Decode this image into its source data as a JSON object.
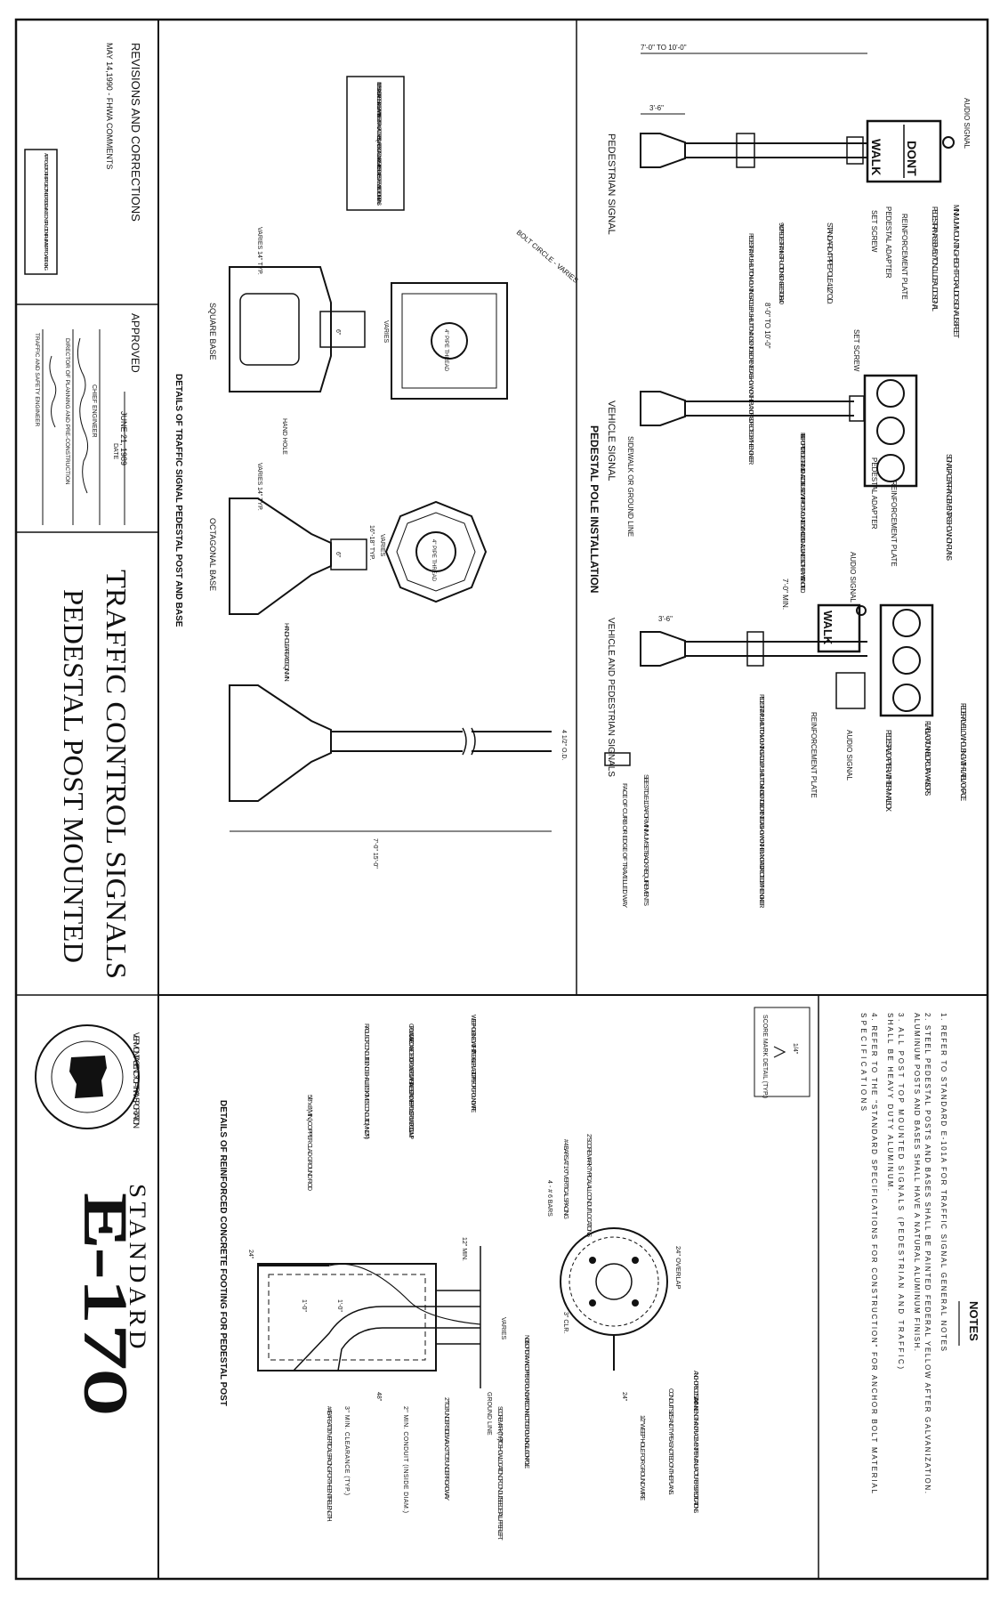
{
  "sheet": {
    "standard_label": "STANDARD",
    "standard_number": "E-170",
    "title_line1": "TRAFFIC CONTROL SIGNALS",
    "title_line2": "PEDESTAL POST MOUNTED",
    "agency_seal_text": "VERMONT AGENCY OF TRANSPORTATION"
  },
  "revisions": {
    "heading": "REVISIONS AND CORRECTIONS",
    "entries": [
      "MAY 14,1990 - FHWA COMMENTS"
    ],
    "stamp": "APPROVED FOR THIS PROJECT AND/OR DESIGN AND CONSTRUCTION FIRM FINAL APPROVAL PENDING"
  },
  "approval": {
    "label": "APPROVED",
    "date_value": "JUNE 21, 1989",
    "date_label": "DATE",
    "chief_label": "CHIEF ENGINEER",
    "director_label": "DIRECTOR OF PLANNING AND PRE-CONSTRUCTION",
    "traffic_label": "TRAFFIC AND SAFETY ENGINEER"
  },
  "notes": {
    "heading": "NOTES",
    "items": [
      "1.  REFER TO STANDARD E-101A FOR TRAFFIC SIGNAL GENERAL NOTES",
      "2.  STEEL PEDESTAL POSTS AND BASES SHALL BE PAINTED FEDERAL YELLOW AFTER GALVANIZATION.",
      "     ALUMINUM POSTS AND BASES SHALL HAVE A NATURAL ALUMINUM FINISH.",
      "3.  ALL POST TOP MOUNTED SIGNALS (PEDESTRIAN AND TRAFFIC)",
      "     SHALL BE HEAVY DUTY ALUMINUM.",
      "4.  REFER TO THE \"STANDARD SPECIFICATIONS FOR CONSTRUCTION\" FOR ANCHOR BOLT MATERIAL",
      "     SPECIFICATIONS"
    ]
  },
  "pedestal_install": {
    "title": "PEDESTAL POLE INSTALLATION",
    "label_ped_signal": "PEDESTRIAN SIGNAL",
    "label_vehicle_signal": "VEHICLE SIGNAL",
    "label_vehicle_ped": "VEHICLE AND PEDESTRIAN SIGNALS",
    "dont_text": "DONT",
    "walk_text": "WALK",
    "walk_text_2": "WALK",
    "dim_height": "7'-0\" TO 10'-0\"",
    "dim_height_2": "8'-0\" TO 10'-0\"",
    "dim_36": "3'-6\"",
    "dim_36b": "3'-6\"",
    "dim_7min": "7'-0\" MIN.",
    "ann_audio": "AUDIO SIGNAL",
    "ann_audio_2": "AUDIO SIGNAL",
    "ann_audio_3": "AUDIO SIGNAL",
    "ann_min_mount": "MINIMUM MOUNTING HEIGHT FOR AUDIO SIGNAL IS 8 FEET",
    "ann_ped_assembly": "PEDESTRIAN ASSEMBLY TO INCLUDE AUDIO SIGNAL",
    "ann_reinf_plate": "REINFORCEMENT PLATE",
    "ann_reinf_plate_2": "REINFORCEMENT PLATE",
    "ann_reinf_plate_3": "REINFORCEMENT PLATE",
    "ann_ped_adapter": "PEDESTAL ADAPTER",
    "ann_ped_adapter_2": "PEDESTAL ADAPTER",
    "ann_set_screw": "SET SCREW",
    "ann_set_screw_2": "SET SCREW",
    "ann_std_pipe": "STANDARD 4\" PIPE POLE 4 1/2\" O.D.",
    "ann_instr_sign": "9\"x12\" PEDESTRIAN INSTRUCTION SIGN SEE STD. E-140",
    "ann_push_button": "PEDESTRIAN PUSH BUTTON MOUNTING SADDLE PUSH BUTTON AND SIGN TO BE ORIENTED AS SHOWN ON THE PLAN OR AS DIRECTED BY THE ENGINEER.",
    "ann_push_button_2": "PEDESTRIAN PUSH BUTTON MOUNTING SADDLE PUSH BUTTON AND SIGN TO BE ORIENTED AS SHOWN ON THE PLAN OR AS DIRECTED BY THE ENGINEER.",
    "ann_face_arrangement": "SIGNAL FACE ARRANGEMENT AS SHOWN ON PLANS",
    "ann_fiberoptic": "FIBEROPTIC PEDESTRIAN SIGNAL TO BE USED WITH POST MOUNTED VEHICLE SIGNALS UNLESS OTHERWISE NOTED.",
    "ann_sidewalk": "SIDEWALK OR GROUND LINE",
    "ann_yellow_housing": "FEDERAL YELLOW HOUSING WITH FLAT BLACK FACE.",
    "ann_visors": "FLAT BLACK TUNNEL OR CUT-AWAY VISORS.",
    "ann_terminal_box": "PEDESTAL ADAPTER WITH TERMINAL BOX.",
    "ann_std_e117a": "SEE STD. E-117A FOR MINIMUM SETBACK REQUIREMENTS",
    "ann_curb": "FACE OF CURB OR EDGE OF TRAVELLED WAY"
  },
  "base_details": {
    "title": "DETAILS OF TRAFFIC SIGNAL PEDESTAL POST AND BASE",
    "label_square": "SQUARE BASE",
    "label_octagonal": "OCTAGONAL BASE",
    "note_box": "DIMENSIONS FOR PEDESTAL BASES VARY WITH DIFFERENT MANUFACTURERS. SQUARE OR OCTAGONAL BASE MAY BE USED UNLESS OTHERWISE NOTED ON THE PLANS.",
    "ann_bolt_circle": "BOLT CIRCLE - VARIES",
    "ann_pipe_thread": "4\" PIPE THREAD",
    "ann_pipe_thread_2": "4\" PIPE THREAD",
    "ann_varies": "VARIES",
    "ann_varies_2": "VARIES",
    "ann_varies_14": "VARIES 14\" TYP.",
    "ann_varies_14b": "VARIES 14\" TYP.",
    "ann_16_18": "16\"-18\" TYP.",
    "ann_6": "6\"",
    "ann_6b": "6\"",
    "ann_hand_hole": "HAND HOLE",
    "ann_hand_hole_area": "HAND HOLE AREA 60 SQ. IN. MIN.",
    "ann_od": "4 1/2\" O.D.",
    "ann_post_len": "7'-0\" 15'-0\""
  },
  "footing": {
    "title": "DETAILS OF REINFORCED CONCRETE FOOTING FOR PEDESTAL POST",
    "ann_score_mark": "SCORE MARK DETAIL (TYP.)",
    "ann_score_mark_dim": "1/4\"",
    "ann_2_score": "2\" SCORE MARK TYPICAL ALL CONDUIT LOCATIONS",
    "ann_4_6_bars": "4 - # 6 BARS",
    "ann_4_bars": "# 4 BARS AT 1'-0\" VERTICAL SPACING",
    "ann_24_overlap": "24\" OVERLAP",
    "ann_anchor_bolts": "ANCHOR BOLTS 3/4\" x 4'-0\" MIN. LENGTH AND PLACEMENT PER MANUFACTURERS SPECIFICATIONS.",
    "ann_conduit_size": "CONDUIT SIZE AND TYPE AS NOTED ON THE PLANS.",
    "ann_weep": "1/2\" WEEP HOLE FOR GROUND WIRE",
    "ann_24": "24\"",
    "ann_3clr": "3\" CLR.",
    "ann_weep_lined": "WEEP HOLE LINED WITH 1/2\" FLEXIBLE PLASTIC PIPE FOR GROUND WIRE.",
    "ann_ground_wire": "GROUND WIRE CONNECTED TO GROUND ROD WITH STAINLESS OR NONFERROUS GROUND ROD CLAMP",
    "ann_radius": "RADIUS OF CONDUIT BENDS SHALL BE SIX TIMES CONDUIT I.D. (MIN. 12\" R.)",
    "ann_copper_clad": "5/8\" x 8' (MIN.) COPPER CLAD GROUND ROD",
    "ann_12min": "12\" MIN.",
    "ann_no6": "NO. 6 SOFT DRAWN COPPER GROUND WIRE CONNECT TO GROUNDING LUG ON POLE.",
    "ann_varies": "VARIES",
    "ann_ground_line": "GROUND LINE",
    "ann_score_loc": "SCORE MARK (TYP.) TO SHOW LOCATION OF CONDUIT. SEE DETAIL UPPER LEFT.",
    "ann_2to3": "2\" TO 3\" UNDER SIDEWALK 3\" TO 5\" UNDER ROADWAY",
    "ann_48": "48\"",
    "ann_1_0": "1'-0\"",
    "ann_1_0b": "1'-0\"",
    "ann_24b": "24\"",
    "ann_2min": "2\" MIN. CONDUIT (INSIDE DIAM.)",
    "ann_3min": "3\" MIN. CLEARANCE (TYP.)",
    "ann_4_bars_2": "# 4 BARS AT 1'-0\" VERTICAL SPACING FOR THE ENTIRE LENGTH."
  }
}
